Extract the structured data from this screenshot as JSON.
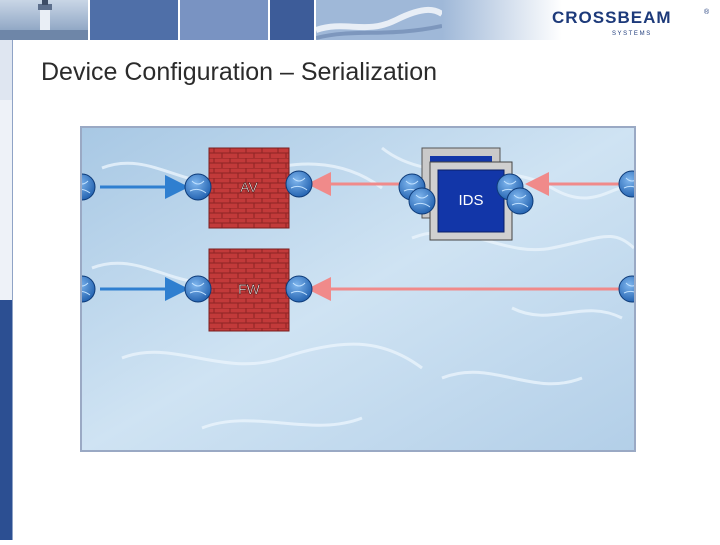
{
  "header": {
    "logo_text": "CROSSBEAM",
    "logo_subtext": "S Y S T E M S",
    "logo_mark": "®"
  },
  "slide": {
    "title": "Device Configuration – Serialization"
  },
  "diagram": {
    "devices": [
      {
        "id": "av",
        "label": "AV",
        "type": "firewall-brick"
      },
      {
        "id": "fw",
        "label": "FW",
        "type": "firewall-brick"
      },
      {
        "id": "ids",
        "label": "IDS",
        "type": "monitor-stack"
      }
    ],
    "colors": {
      "blue_link": "#2f7fd0",
      "pink_link": "#f08a8a",
      "brick": "#c23a3a",
      "ids_screen": "#1236a8",
      "background": "#b9d5ec"
    }
  }
}
